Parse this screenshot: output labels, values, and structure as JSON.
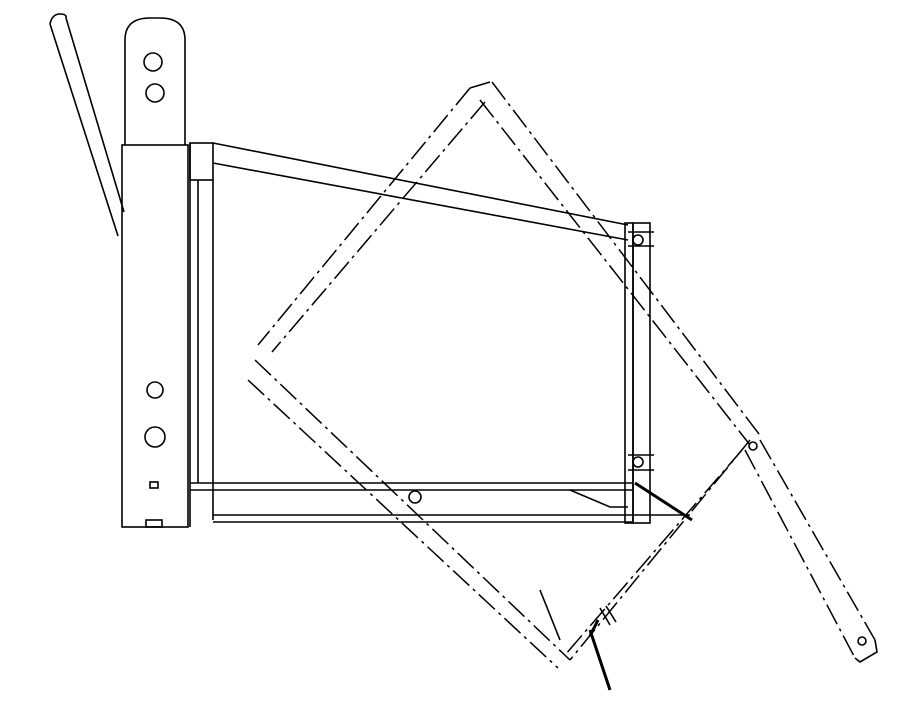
{
  "drawing": {
    "line_color": "#000000",
    "background": "#ffffff",
    "parts": [
      "mounting-bracket",
      "tilt-handle",
      "bin-frame",
      "tilted-bin-phantom",
      "support-arm"
    ]
  }
}
